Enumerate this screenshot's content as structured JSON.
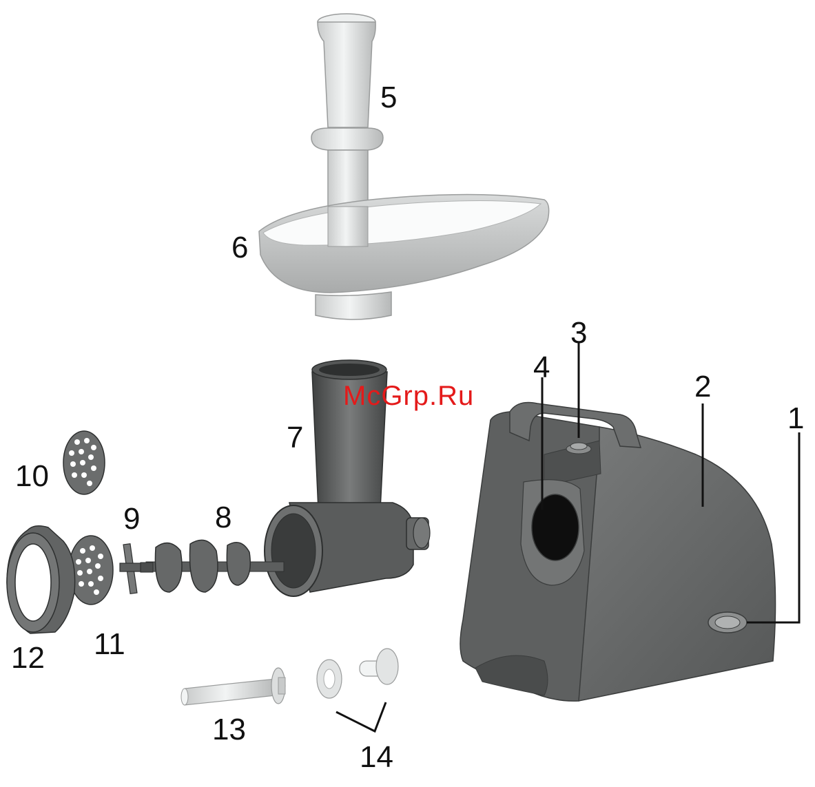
{
  "colors": {
    "body": "#666868",
    "body_dark": "#4a4c4c",
    "body_light": "#8a8c8c",
    "light_part": "#e4e6e6",
    "light_part_shade": "#b8baba",
    "line": "#111111",
    "watermark": "#e41a1a"
  },
  "watermark": {
    "text": "McGrp.Ru"
  },
  "labels": {
    "l1": "1",
    "l2": "2",
    "l3": "3",
    "l4": "4",
    "l5": "5",
    "l6": "6",
    "l7": "7",
    "l8": "8",
    "l9": "9",
    "l10": "10",
    "l11": "11",
    "l12": "12",
    "l13": "13",
    "l14": "14"
  }
}
